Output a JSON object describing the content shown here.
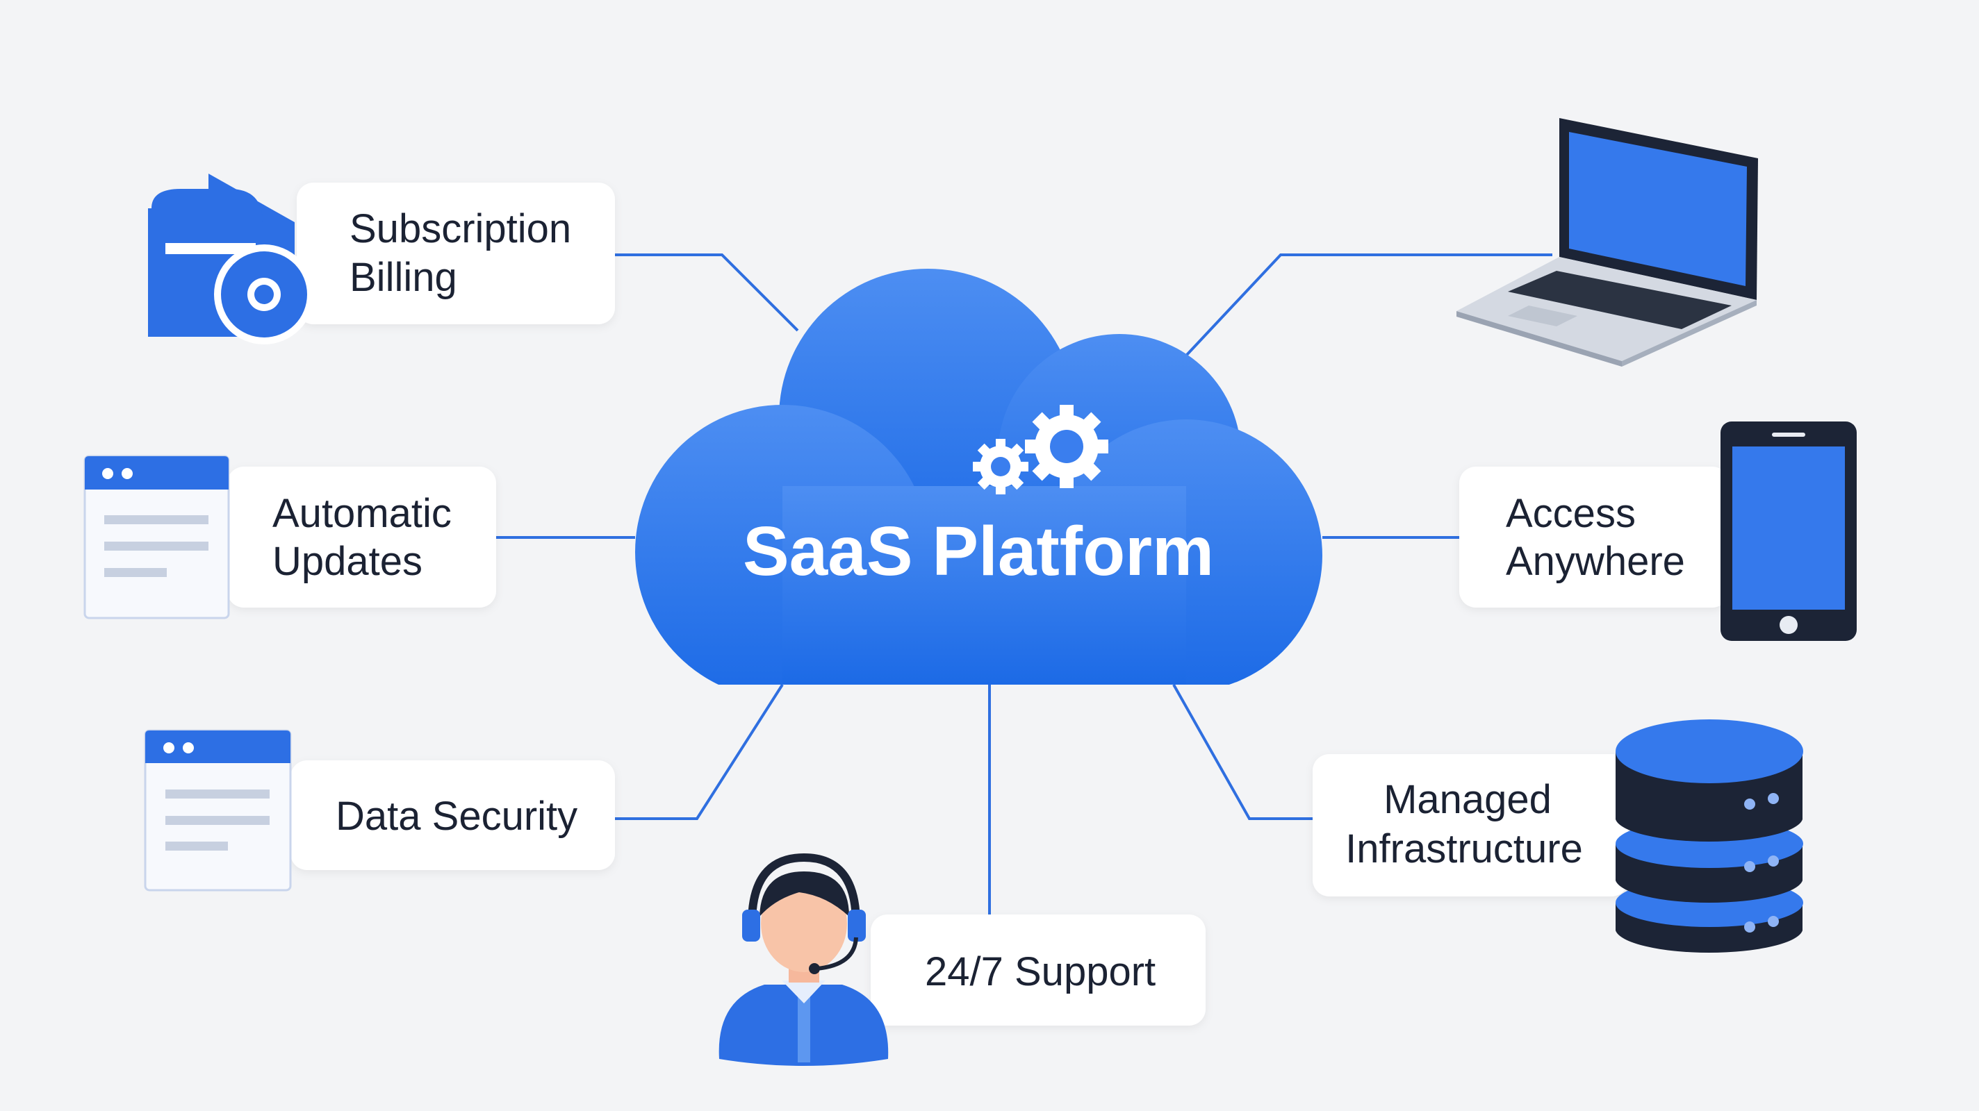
{
  "center": {
    "title": "SaaS Platform"
  },
  "features": {
    "billing": {
      "lines": [
        "Subscription",
        "Billing"
      ]
    },
    "updates": {
      "lines": [
        "Automatic",
        "Updates"
      ]
    },
    "security": {
      "lines": [
        "Data Security"
      ]
    },
    "support": {
      "lines": [
        "24/7 Support"
      ]
    },
    "access": {
      "lines": [
        "Access",
        "Anywhere"
      ]
    },
    "infrastructure": {
      "lines": [
        "Managed",
        "Infrastructure"
      ]
    }
  },
  "colors": {
    "accent": "#2f6fe0",
    "cloud_top": "#4d8ef2",
    "cloud_bottom": "#1c6ae6",
    "dark": "#1c2436",
    "background": "#f3f4f6"
  }
}
